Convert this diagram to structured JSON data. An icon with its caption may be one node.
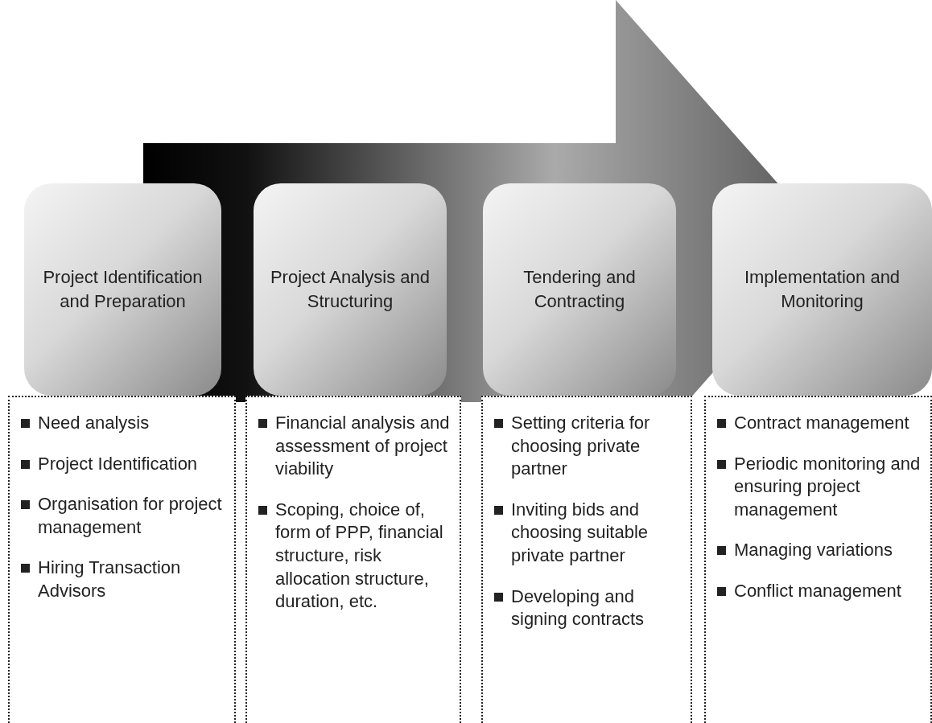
{
  "diagram": {
    "nodes": [
      {
        "text": [
          "Project Identification and Preparation"
        ]
      },
      {
        "text": [
          "Project Analysis and Structuring"
        ]
      },
      {
        "text": [
          "Tendering and Contracting"
        ]
      },
      {
        "text": [
          "Implementation and Monitoring"
        ]
      },
      {
        "text": [
          "Need analysis",
          "Project Identification",
          "Organisation for project management",
          "Hiring Transaction Advisors"
        ]
      },
      {
        "text": [
          "Financial analysis and assessment of project viability",
          "Scoping, choice of, form of PPP, financial structure, risk allocation structure, duration, etc."
        ]
      },
      {
        "text": [
          "Setting criteria for choosing private partner",
          "Inviting bids and choosing suitable private partner",
          "Developing and signing contracts"
        ]
      },
      {
        "text": [
          "Contract management",
          "Periodic monitoring and ensuring project management",
          "Managing variations",
          "Conflict management"
        ]
      }
    ],
    "edges": [
      {
        "from": 0,
        "to": 3,
        "arrow": "to"
      }
    ]
  }
}
